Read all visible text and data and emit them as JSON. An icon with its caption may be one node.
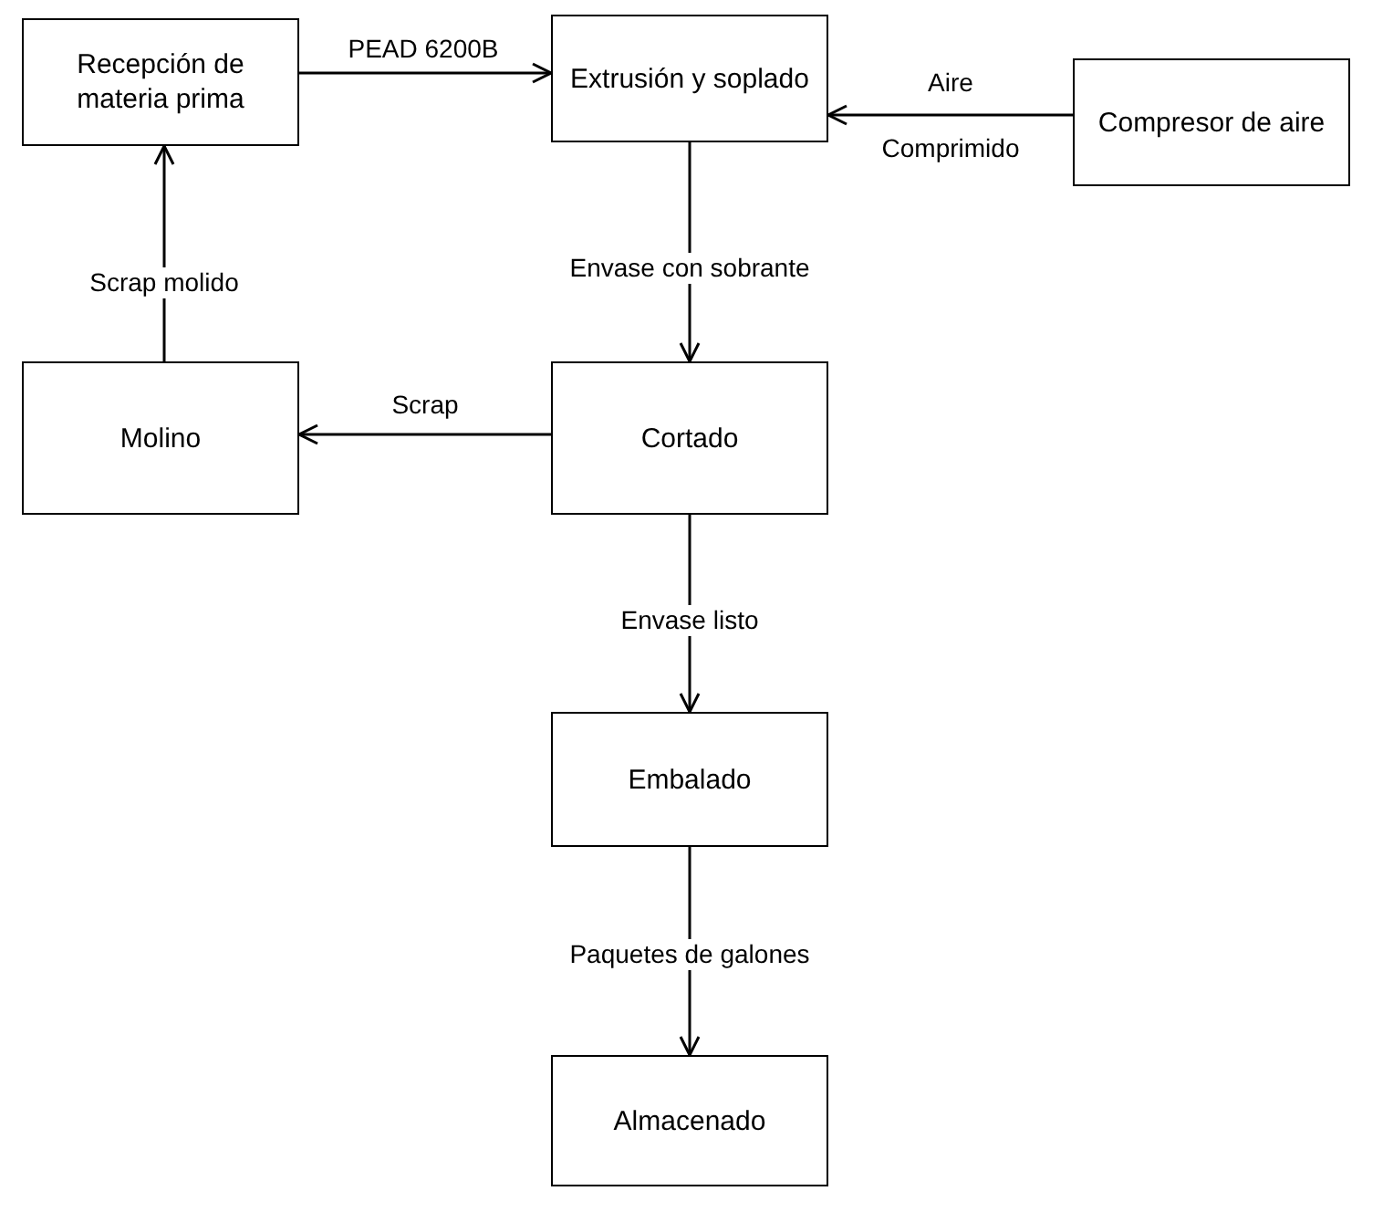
{
  "diagram": {
    "nodes": [
      {
        "text": [
          "Recepción de materia prima"
        ]
      },
      {
        "text": [
          "Extrusión y soplado"
        ]
      },
      {
        "text": [
          "Compresor de aire"
        ]
      },
      {
        "text": [
          "Molino"
        ]
      },
      {
        "text": [
          "Cortado"
        ]
      },
      {
        "text": [
          "Embalado"
        ]
      },
      {
        "text": [
          "Almacenado"
        ]
      }
    ],
    "edges": [
      {
        "from": 0,
        "to": 1,
        "arrow": "to",
        "label": "PEAD 6200B"
      },
      {
        "from": 2,
        "to": 1,
        "arrow": "to",
        "label": "Aire Comprimido"
      },
      {
        "from": 1,
        "to": 4,
        "arrow": "to",
        "label": "Envase con sobrante"
      },
      {
        "from": 4,
        "to": 3,
        "arrow": "to",
        "label": "Scrap"
      },
      {
        "from": 3,
        "to": 0,
        "arrow": "to",
        "label": "Scrap molido"
      },
      {
        "from": 4,
        "to": 5,
        "arrow": "to",
        "label": "Envase listo"
      },
      {
        "from": 5,
        "to": 6,
        "arrow": "to",
        "label": "Paquetes de galones"
      }
    ]
  }
}
